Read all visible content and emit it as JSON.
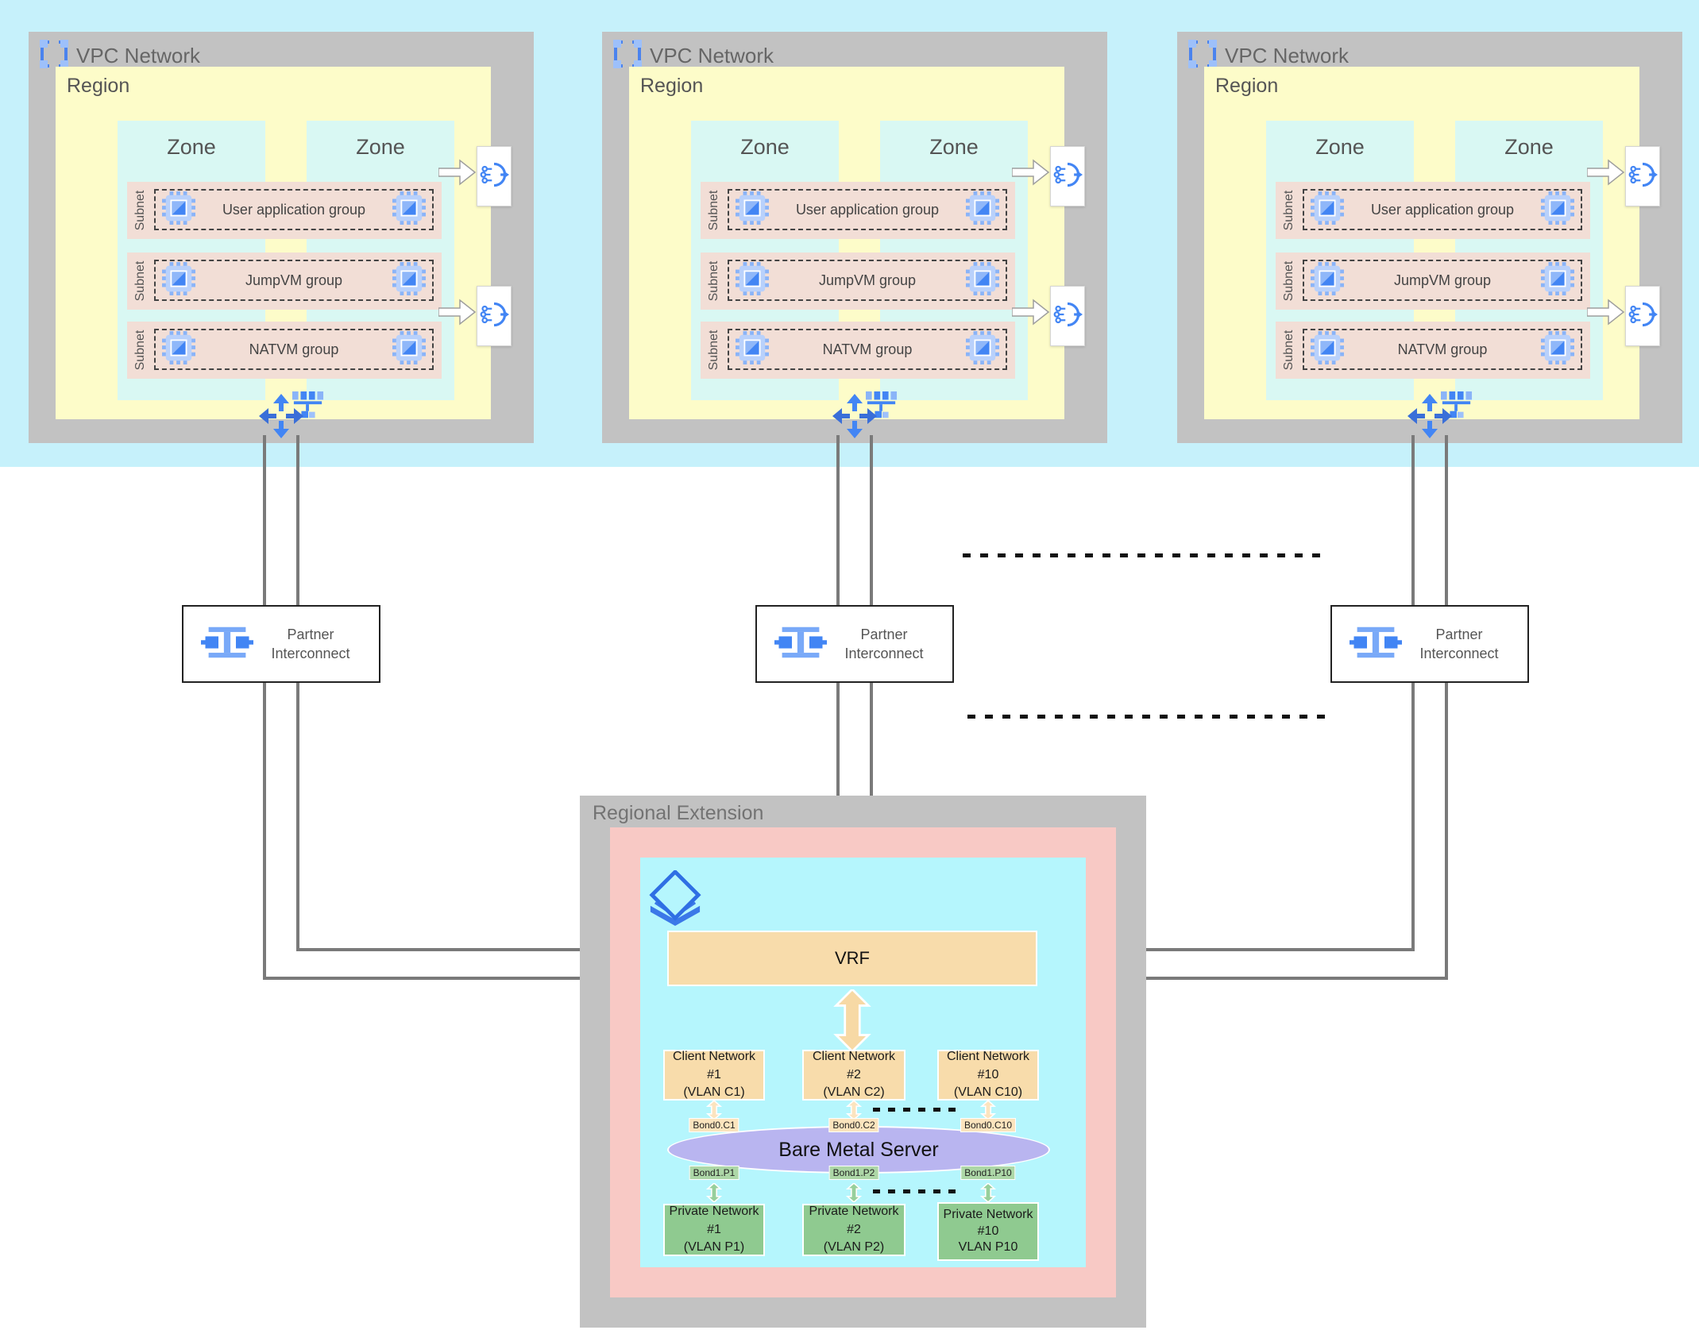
{
  "colors": {
    "top_band": "#c6f1fb",
    "block_gray": "#c2c2c2",
    "region_yellow": "#fdfcc9",
    "zone_cyan": "#d9f8f3",
    "subnet_pink": "#f2ded6",
    "re_pink": "#f8c9c5",
    "re_cyan": "#b5f6fd",
    "orange": "#f8dcab",
    "purple": "#b9b5f0",
    "green": "#8fca90",
    "bond_orange": "#fbe4bd",
    "bond_green": "#add7a7",
    "line_gray": "#7a7a7a",
    "icon_blue": "#4285f4",
    "icon_light_blue": "#8ab4f8"
  },
  "vpc_block": {
    "title": "VPC Network",
    "region_label": "Region",
    "zone_label": "Zone",
    "subnet_label": "Subnet",
    "subnets": [
      {
        "group": "User application group"
      },
      {
        "group": "JumpVM group"
      },
      {
        "group": "NATVM group"
      }
    ]
  },
  "partner_interconnect": {
    "line1": "Partner",
    "line2": "Interconnect"
  },
  "regional_extension": {
    "title": "Regional Extension",
    "vrf_label": "VRF",
    "server_label": "Bare Metal Server",
    "client_networks": [
      {
        "line1": "Client Network #1",
        "line2": "(VLAN C1)",
        "bond": "Bond0.C1"
      },
      {
        "line1": "Client Network #2",
        "line2": "(VLAN C2)",
        "bond": "Bond0.C2"
      },
      {
        "line1": "Client Network #10",
        "line2": "(VLAN C10)",
        "bond": "Bond0.C10"
      }
    ],
    "private_networks": [
      {
        "line1": "Private Network #1",
        "line2": "(VLAN P1)",
        "line3": "",
        "bond": "Bond1.P1"
      },
      {
        "line1": "Private Network #2",
        "line2": "(VLAN P2)",
        "line3": "",
        "bond": "Bond1.P2"
      },
      {
        "line1": "Private Network",
        "line2": "#10",
        "line3": "VLAN P10",
        "bond": "Bond1.P10"
      }
    ]
  }
}
